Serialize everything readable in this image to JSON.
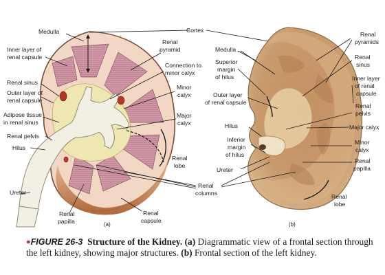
{
  "caption": {
    "figure_number": "FIGURE 26-3",
    "title": "Structure of the Kidney.",
    "part_a_tag": "(a)",
    "part_a_text": "Diagrammatic view of a frontal section through the left kidney, showing major structures.",
    "part_b_tag": "(b)",
    "part_b_text": "Frontal section of the left kidney."
  },
  "panel_a": {
    "plate_label": "(a)",
    "labels": {
      "medulla": "Medulla",
      "inner_layer_1": "Inner layer of",
      "inner_layer_2": "renal capsule",
      "renal_sinus": "Renal sinus",
      "outer_layer_1": "Outer layer of",
      "outer_layer_2": "renal capsule",
      "adipose_1": "Adipose tissue",
      "adipose_2": "in renal sinus",
      "renal_pelvis": "Renal pelvis",
      "hilus": "Hilus",
      "ureter": "Ureter",
      "renal_papilla_1": "Renal",
      "renal_papilla_2": "papilla",
      "renal_capsule_1": "Renal",
      "renal_capsule_2": "capsule",
      "renal_pyramid_1": "Renal",
      "renal_pyramid_2": "pyramid",
      "connection_1": "Connection to",
      "connection_2": "minor calyx",
      "minor_calyx_1": "Minor",
      "minor_calyx_2": "calyx",
      "major_calyx_1": "Major",
      "major_calyx_2": "calyx",
      "renal_lobe_1": "Renal",
      "renal_lobe_2": "lobe"
    }
  },
  "shared": {
    "cortex": "Cortex",
    "renal_columns_1": "Renal",
    "renal_columns_2": "columns"
  },
  "panel_b": {
    "plate_label": "(b)",
    "labels": {
      "medulla": "Medulla",
      "superior_1": "Superior",
      "superior_2": "margin",
      "superior_3": "of hilus",
      "outer_layer_1": "Outer layer",
      "outer_layer_2": "of renal capsule",
      "hilus": "Hilus",
      "inferior_1": "Inferior",
      "inferior_2": "margin",
      "inferior_3": "of hilus",
      "ureter": "Ureter",
      "renal_pyramids_1": "Renal",
      "renal_pyramids_2": "pyramids",
      "renal_sinus_1": "Renal",
      "renal_sinus_2": "sinus",
      "inner_layer_1": "Inner layer",
      "inner_layer_2": "of renal",
      "inner_layer_3": "capsule",
      "renal_pelvis_1": "Renal",
      "renal_pelvis_2": "pelvis",
      "major_calyx": "Major calyx",
      "minor_calyx_1": "Minor",
      "minor_calyx_2": "calyx",
      "renal_papilla_1": "Renal",
      "renal_papilla_2": "papilla",
      "renal_lobe_1": "Renal",
      "renal_lobe_2": "lobe"
    }
  },
  "colors": {
    "cortex_fill": "#f1d7c4",
    "cortex_lower": "#b8703c",
    "medulla_pyramid": "#c98f9f",
    "sinus_fat": "#efe7b2",
    "pelvis_fill": "#f2efe4",
    "specimen_fill": "#c99b68",
    "specimen_cortex": "#dcb98e",
    "caption_bullet": "#c0282d"
  }
}
